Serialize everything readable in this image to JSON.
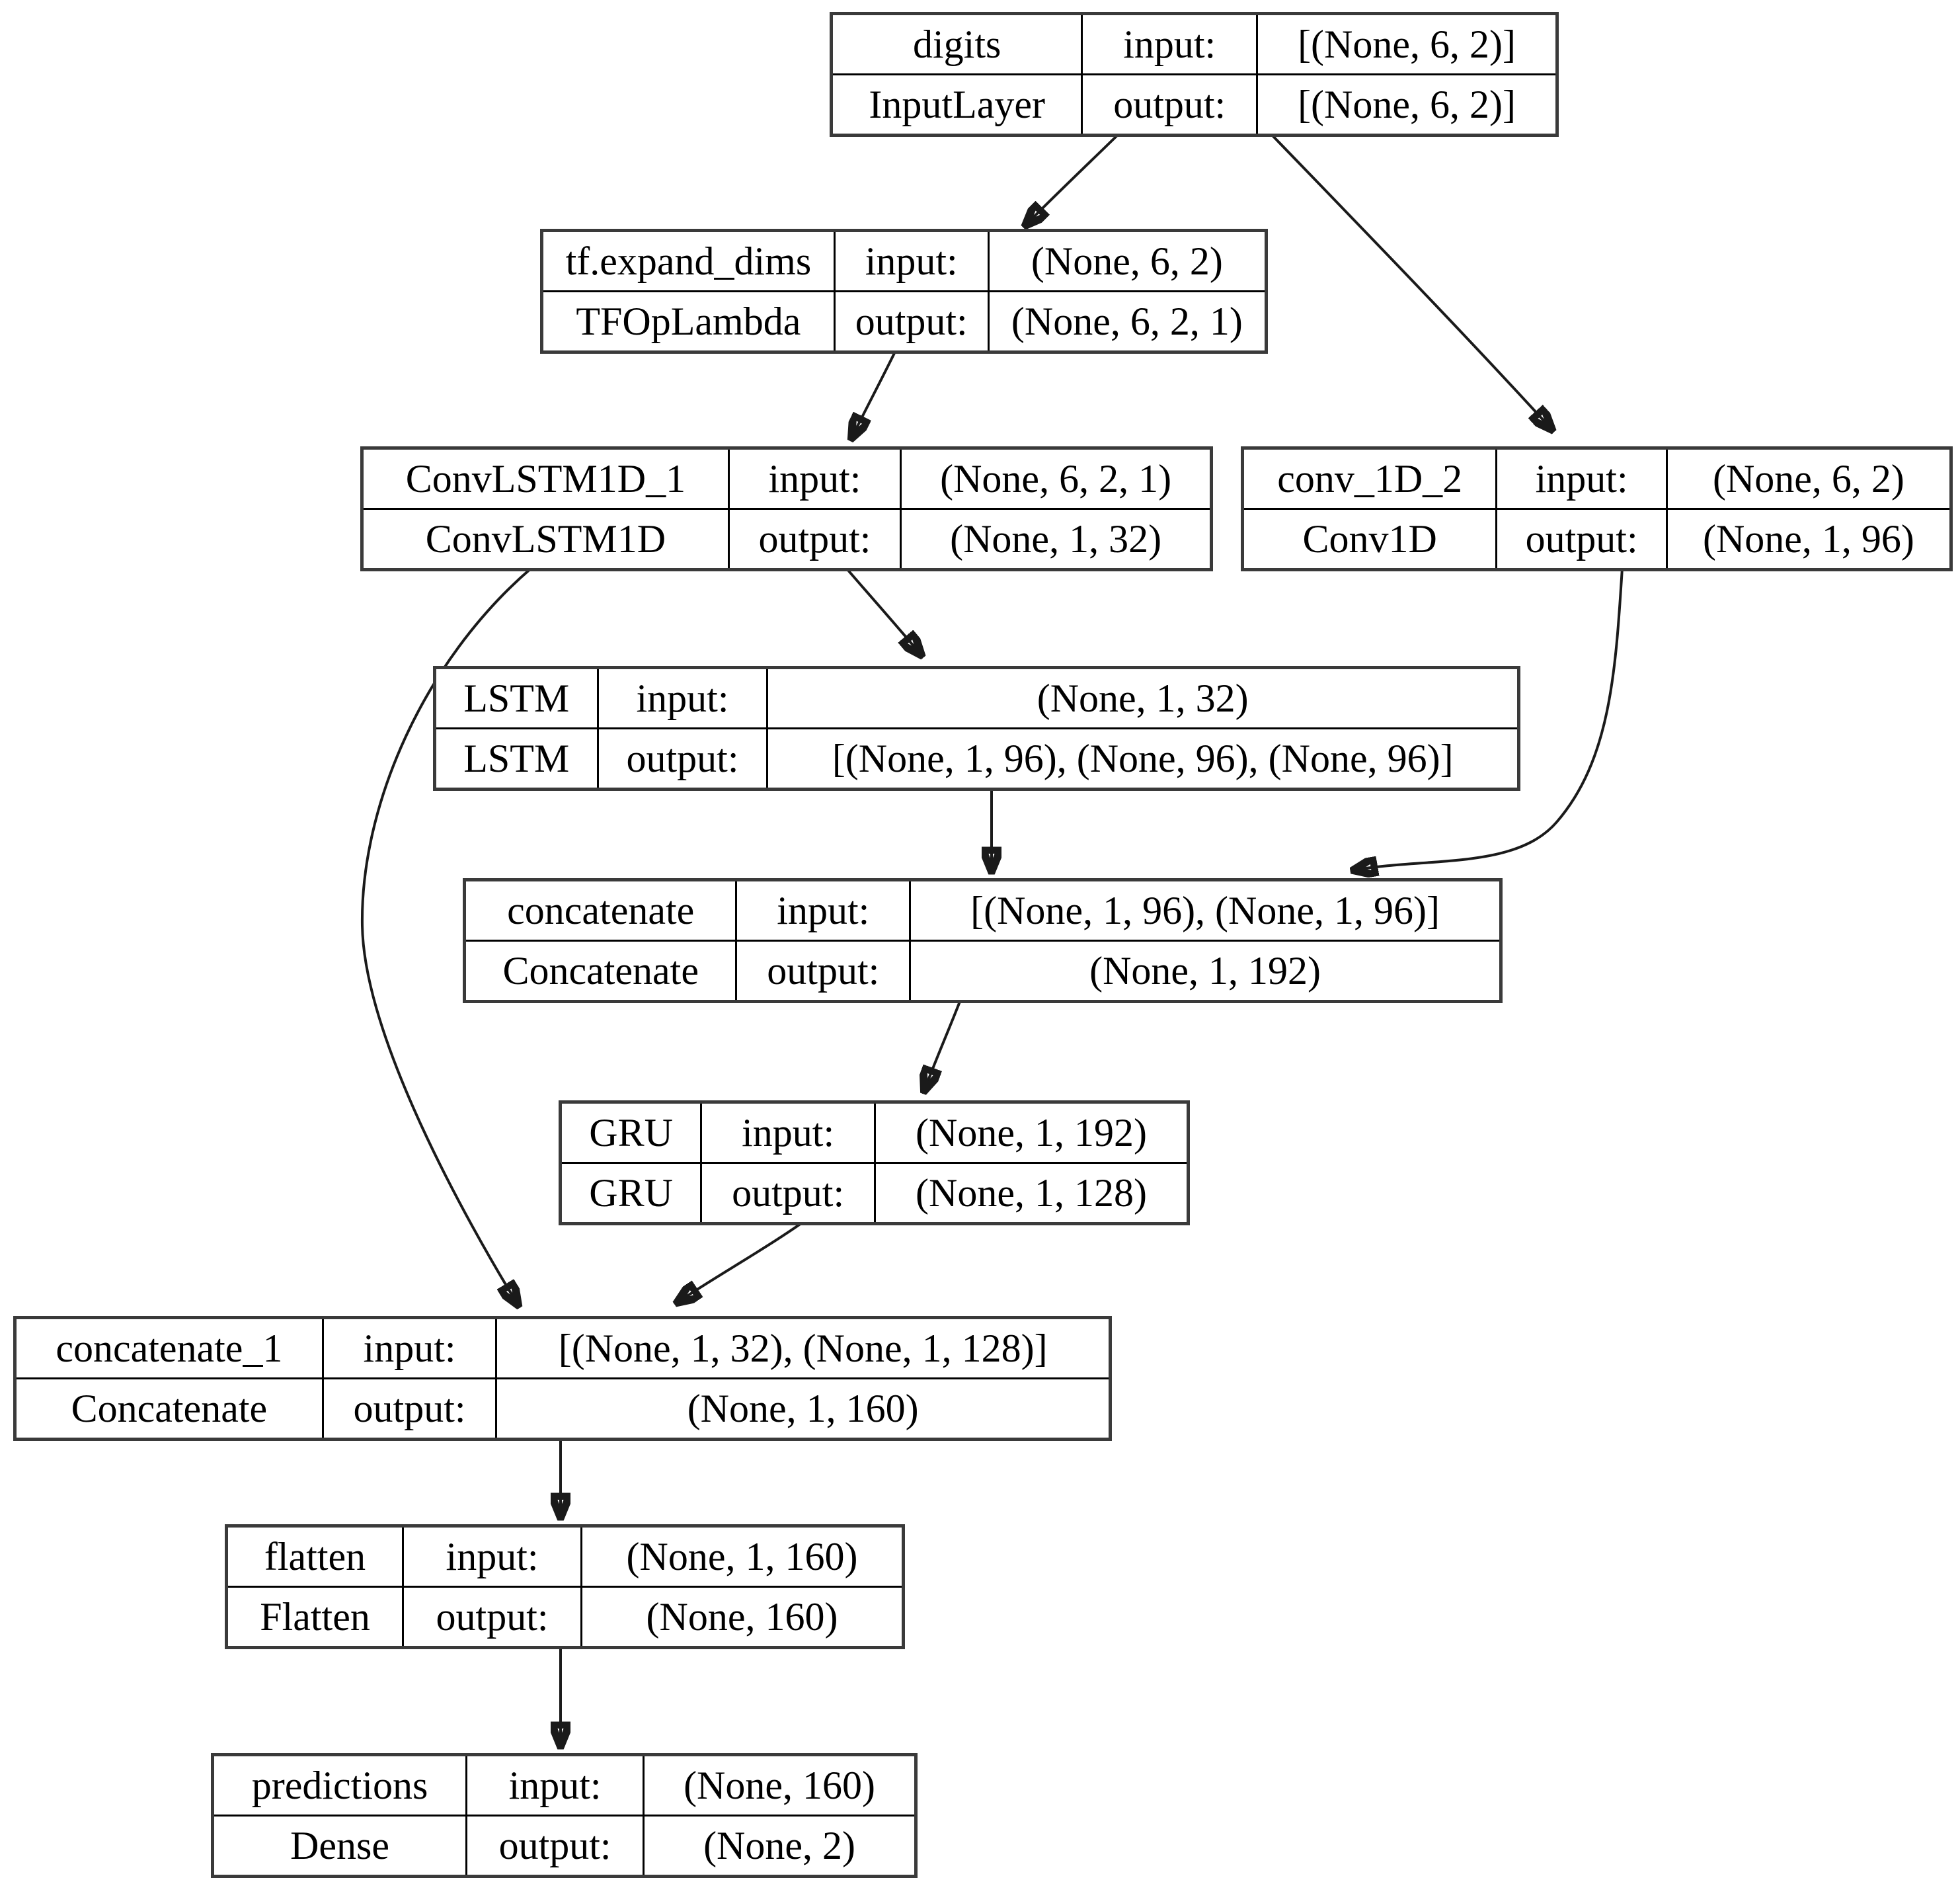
{
  "diagram": {
    "kind": "keras-model-plot",
    "background": "#ffffff",
    "colors": {
      "node_fill": "#ffffff",
      "node_outer_border": "#3a3a3a",
      "cell_border": "#000000",
      "edge": "#1a1a1a",
      "text": "#000000"
    },
    "labels": {
      "input": "input:",
      "output": "output:"
    },
    "nodes": [
      {
        "id": "digits",
        "name": "digits",
        "class": "InputLayer",
        "input_shape": "[(None, 6, 2)]",
        "output_shape": "[(None, 6, 2)]"
      },
      {
        "id": "tf_expand_dims",
        "name": "tf.expand_dims",
        "class": "TFOpLambda",
        "input_shape": "(None, 6, 2)",
        "output_shape": "(None, 6, 2, 1)"
      },
      {
        "id": "ConvLSTM1D_1",
        "name": "ConvLSTM1D_1",
        "class": "ConvLSTM1D",
        "input_shape": "(None, 6, 2, 1)",
        "output_shape": "(None, 1, 32)"
      },
      {
        "id": "conv_1D_2",
        "name": "conv_1D_2",
        "class": "Conv1D",
        "input_shape": "(None, 6, 2)",
        "output_shape": "(None, 1, 96)"
      },
      {
        "id": "LSTM",
        "name": "LSTM",
        "class": "LSTM",
        "input_shape": "(None, 1, 32)",
        "output_shape": "[(None, 1, 96), (None, 96), (None, 96)]"
      },
      {
        "id": "concatenate",
        "name": "concatenate",
        "class": "Concatenate",
        "input_shape": "[(None, 1, 96), (None, 1, 96)]",
        "output_shape": "(None, 1, 192)"
      },
      {
        "id": "GRU",
        "name": "GRU",
        "class": "GRU",
        "input_shape": "(None, 1, 192)",
        "output_shape": "(None, 1, 128)"
      },
      {
        "id": "concatenate_1",
        "name": "concatenate_1",
        "class": "Concatenate",
        "input_shape": "[(None, 1, 32), (None, 1, 128)]",
        "output_shape": "(None, 1, 160)"
      },
      {
        "id": "flatten",
        "name": "flatten",
        "class": "Flatten",
        "input_shape": "(None, 1, 160)",
        "output_shape": "(None, 160)"
      },
      {
        "id": "predictions",
        "name": "predictions",
        "class": "Dense",
        "input_shape": "(None, 160)",
        "output_shape": "(None, 2)"
      }
    ],
    "edges": [
      {
        "from": "digits",
        "to": "tf_expand_dims"
      },
      {
        "from": "digits",
        "to": "conv_1D_2"
      },
      {
        "from": "tf_expand_dims",
        "to": "ConvLSTM1D_1"
      },
      {
        "from": "ConvLSTM1D_1",
        "to": "LSTM"
      },
      {
        "from": "ConvLSTM1D_1",
        "to": "concatenate_1"
      },
      {
        "from": "conv_1D_2",
        "to": "concatenate"
      },
      {
        "from": "LSTM",
        "to": "concatenate"
      },
      {
        "from": "concatenate",
        "to": "GRU"
      },
      {
        "from": "GRU",
        "to": "concatenate_1"
      },
      {
        "from": "concatenate_1",
        "to": "flatten"
      },
      {
        "from": "flatten",
        "to": "predictions"
      }
    ]
  }
}
